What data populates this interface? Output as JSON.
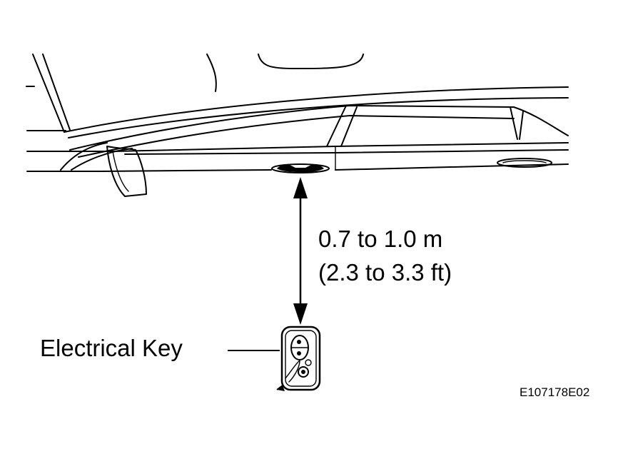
{
  "diagram": {
    "distance_metric": "0.7 to 1.0 m",
    "distance_imperial": "(2.3 to 3.3 ft)",
    "key_label": "Electrical Key",
    "figure_code": "E107178E02"
  }
}
